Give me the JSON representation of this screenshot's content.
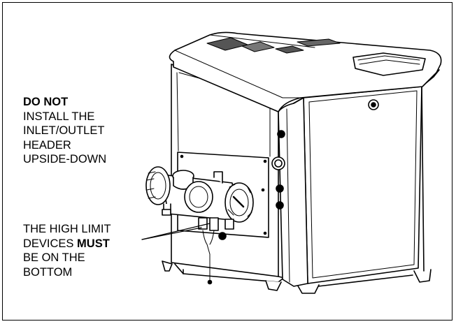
{
  "callout_top": {
    "heading": "DO NOT",
    "lines": [
      "INSTALL THE",
      "INLET/OUTLET",
      "HEADER",
      "UPSIDE-DOWN"
    ]
  },
  "callout_bottom": {
    "line1": "THE HIGH LIMIT",
    "line2_prefix": "DEVICES ",
    "line2_emphasis": "MUST",
    "line3": "BE ON THE",
    "line4": "BOTTOM"
  },
  "colors": {
    "ink": "#000000",
    "paper": "#ffffff",
    "shade": "#d9d9d9"
  }
}
